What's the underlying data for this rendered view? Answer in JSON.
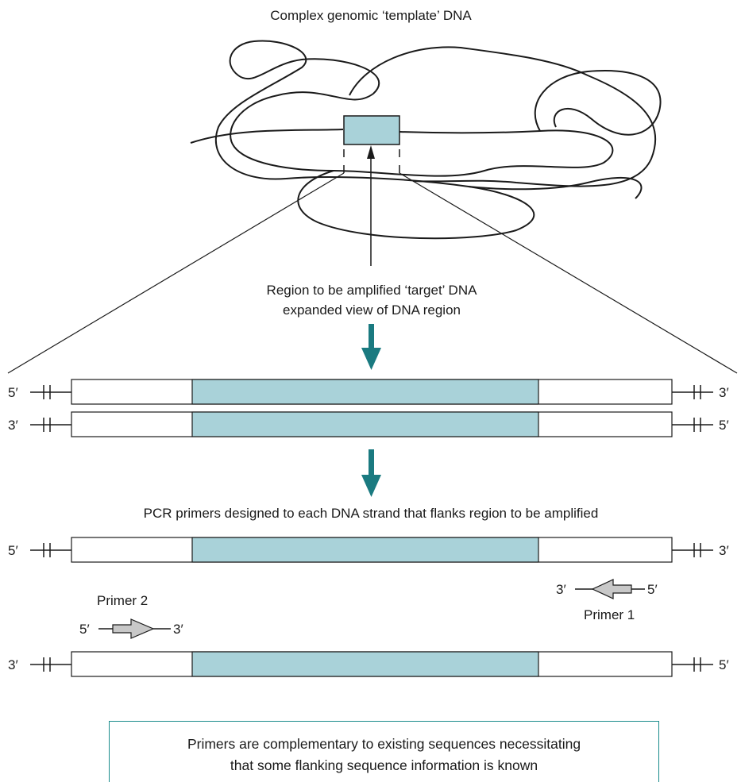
{
  "title": "Complex genomic ‘template’ DNA",
  "target_label": {
    "line1": "Region to be amplified ‘target’ DNA",
    "line2": "expanded view of DNA region"
  },
  "primer_caption": "PCR primers designed to each DNA strand that flanks region to be amplified",
  "ends": {
    "five": "5′",
    "three": "3′"
  },
  "strands": {
    "pair1_top": {
      "left": "5′",
      "right": "3′"
    },
    "pair1_bottom": {
      "left": "3′",
      "right": "5′"
    },
    "pair2_top": {
      "left": "5′",
      "right": "3′"
    },
    "pair2_bottom": {
      "left": "3′",
      "right": "5′"
    }
  },
  "primer1": {
    "name": "Primer 1",
    "left_end": "3′",
    "right_end": "5′"
  },
  "primer2": {
    "name": "Primer 2",
    "left_end": "5′",
    "right_end": "3′"
  },
  "note": {
    "line1": "Primers are complementary to existing sequences necessitating",
    "line2": "that some flanking sequence information is known"
  },
  "colors": {
    "target_fill": "#a9d2d9",
    "arrow": "#1a7a80",
    "primer_fill": "#c8c8c8",
    "note_border": "#1a8c8c",
    "line": "#1a1a1a"
  }
}
